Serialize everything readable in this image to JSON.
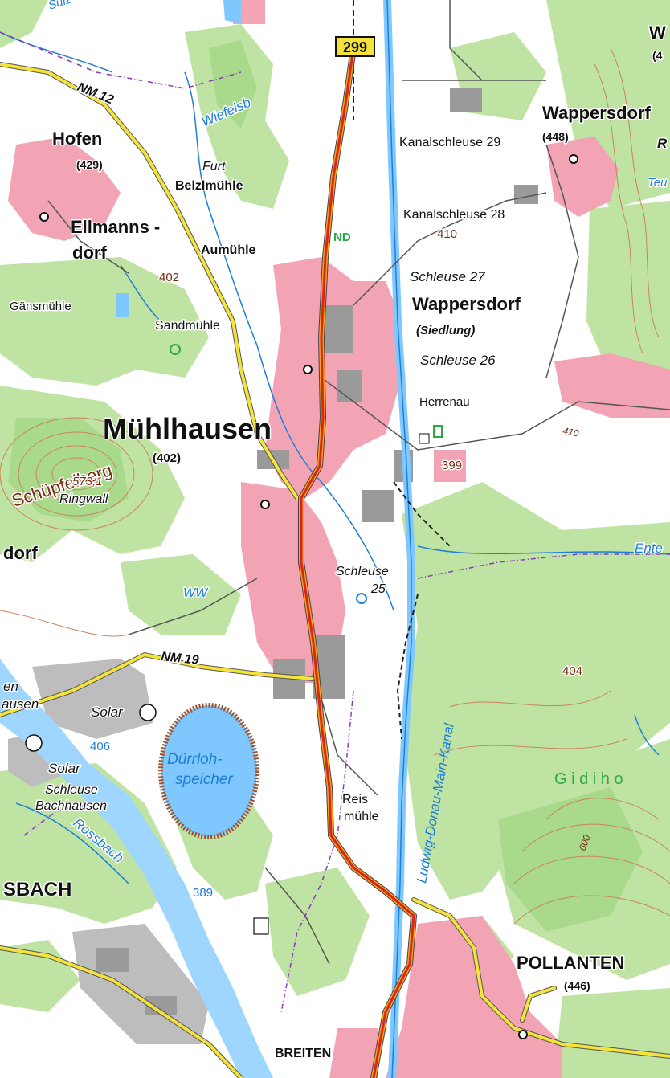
{
  "map": {
    "colors": {
      "forest": "#bfe3a2",
      "forest_dark": "#a9d98b",
      "open": "#ffffff",
      "settlement": "#f2a4b5",
      "building": "#9a9a9a",
      "water": "#7fc8ff",
      "water_line": "#1f7fd6",
      "main_road": "#d9261c",
      "main_road_casing": "#f7a21b",
      "secondary_road": "#f3e33a",
      "contour": "#c9855d",
      "boundary": "#8a3ab9",
      "railway": "#222222"
    },
    "roads": {
      "b299_label": "299",
      "nm12_label": "NM 12",
      "nm19_label": "NM 19"
    },
    "places": {
      "hofen": "Hofen",
      "hofen_elev": "(429)",
      "ellmannsdorf_1": "Ellmanns -",
      "ellmannsdorf_2": "dorf",
      "muehlhausen": "Mühlhausen",
      "muehlhausen_elev": "(402)",
      "wappersdorf": "Wappersdorf",
      "wappersdorf_elev": "(448)",
      "wappersdorf_siedlung_1": "Wappersdorf",
      "wappersdorf_siedlung_2": "(Siedlung)",
      "pollanten": "POLLANTEN",
      "pollanten_elev": "(446)",
      "breiten": "BREITEN",
      "sbach": "SBACH",
      "dorf_west": "dorf",
      "hausen_west": "ausen",
      "en_west": "en",
      "w_corner": "W",
      "w_corner_elev": "(4",
      "herrenau": "Herrenau"
    },
    "features": {
      "furt": "Furt",
      "belzlmuehle": "Belzlmühle",
      "aumuehle": "Aumühle",
      "gaensmuehle": "Gänsmühle",
      "sandmuehle": "Sandmühle",
      "nd": "ND",
      "schuepfelberg": "Schüpfelberg",
      "schuepfelberg_elev": "573,1",
      "ringwall": "Ringwall",
      "ww": "WW",
      "solar_1": "Solar",
      "solar_2": "Solar",
      "duerrloh_1": "Dürrloh-",
      "duerrloh_2": "speicher",
      "schleuse_bachhausen_1": "Schleuse",
      "schleuse_bachhausen_2": "Bachhausen",
      "rossbach": "Rossbach",
      "reismuehle_1": "Reis",
      "reismuehle_2": "mühle",
      "kanal": "Ludwig-Donau-Main-Kanal",
      "gidiho": "G i d i h o",
      "ente": "Ente",
      "wiefelsb": "Wiefelsb",
      "sulz": "Sulz",
      "teu": "Teu",
      "r_corner": "R"
    },
    "locks": {
      "s29": "Kanalschleuse 29",
      "s28": "Kanalschleuse 28",
      "s27": "Schleuse 27",
      "s26": "Schleuse 26",
      "s25_1": "Schleuse",
      "s25_2": "25"
    },
    "elevations": {
      "e402": "402",
      "e410": "410",
      "e410b": "410",
      "e399": "399",
      "e404": "404",
      "e406": "406",
      "e389": "389",
      "e600": "600"
    }
  }
}
